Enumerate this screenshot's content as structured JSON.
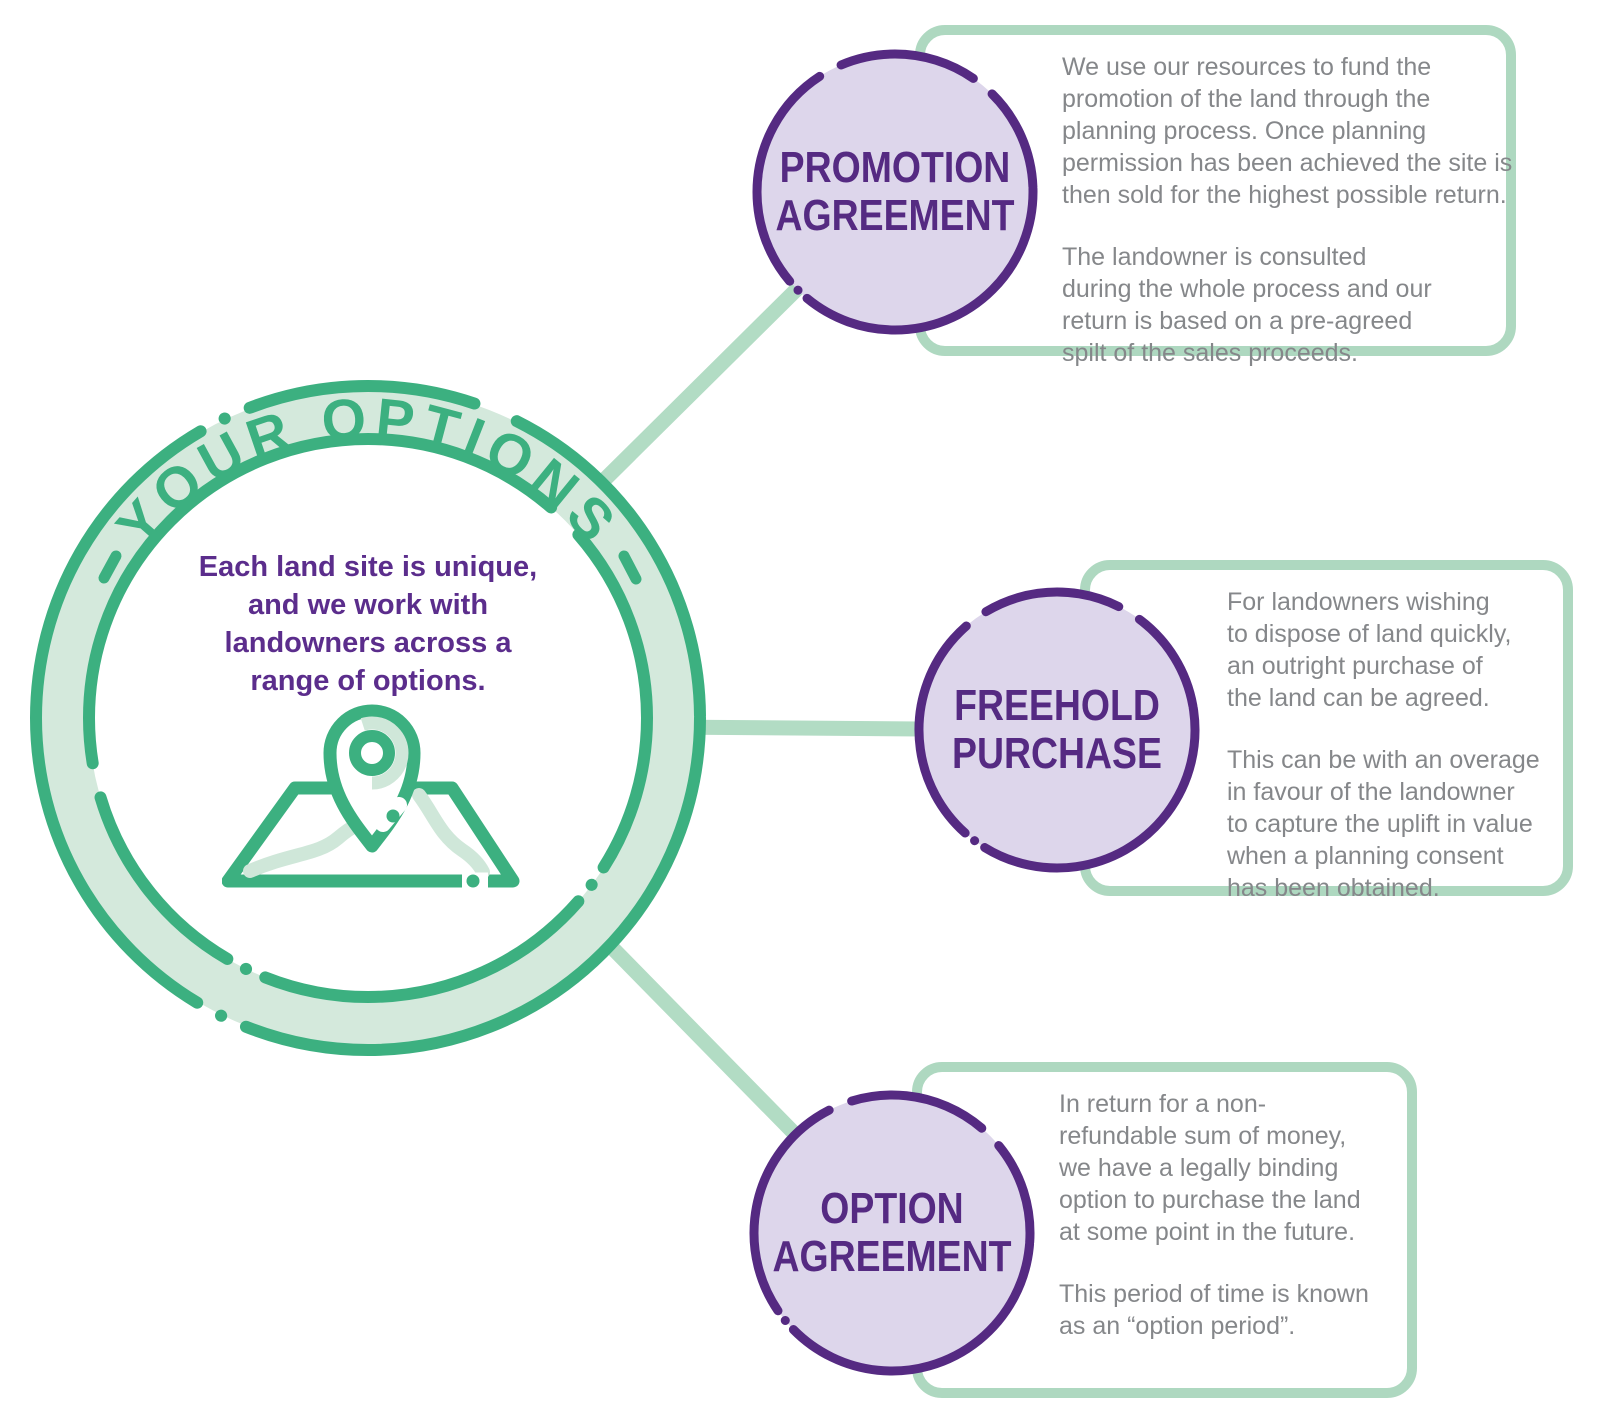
{
  "title": "Your options land agreements diagram",
  "palette": {
    "green": "#3cb080",
    "band_green": "#d4e9dc",
    "light_green": "#cfe7d9",
    "connector_green": "#b2dcc4",
    "box_border_green": "#aed8c0",
    "lavender": "#ddd6eb",
    "purple": "#552a82",
    "center_purple": "#5b2d8c",
    "body_gray": "#85878a"
  },
  "center": {
    "arc_title": "YOUR OPTIONS",
    "description": "Each land site is unique,\nand we work with\nlandowners across a\nrange of options.",
    "icon": "map-location-icon"
  },
  "options": [
    {
      "id": "promotion-agreement",
      "label": "PROMOTION\nAGREEMENT",
      "body": [
        "We use our resources to fund the\npromotion of the land through the\nplanning process. Once planning\npermission has been achieved the site is\nthen sold for the highest possible return.",
        "The landowner is consulted\nduring the whole process and our\nreturn is based on a pre-agreed\nspilt of the sales proceeds."
      ]
    },
    {
      "id": "freehold-purchase",
      "label": "FREEHOLD\nPURCHASE",
      "body": [
        "For landowners wishing\nto dispose of land quickly,\nan outright purchase of\nthe land can be agreed.",
        "This can be with an overage\nin favour of the landowner\nto capture the uplift in value\nwhen a planning consent\nhas been obtained."
      ]
    },
    {
      "id": "option-agreement",
      "label": "OPTION\nAGREEMENT",
      "body": [
        "In return for a non-\nrefundable sum of money,\nwe have a legally binding\noption to purchase the land\nat some point in the future.",
        "This period of time is known\nas an “option period”."
      ]
    }
  ]
}
